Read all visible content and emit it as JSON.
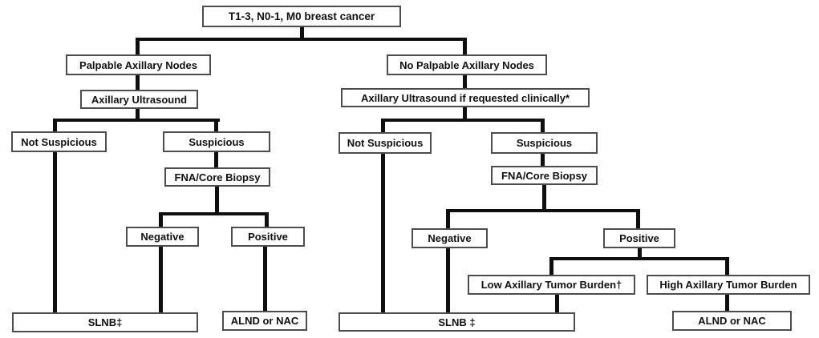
{
  "diagram": {
    "type": "flowchart",
    "nodes": {
      "root": {
        "label": "T1-3, N0-1, M0 breast cancer"
      },
      "palpable": {
        "label": "Palpable Axillary Nodes"
      },
      "no_palpable": {
        "label": "No Palpable Axillary Nodes"
      },
      "us_left": {
        "label": "Axillary Ultrasound"
      },
      "us_right": {
        "label": "Axillary Ultrasound if requested clinically*"
      },
      "not_susp_left": {
        "label": "Not Suspicious"
      },
      "susp_left": {
        "label": "Suspicious"
      },
      "fna_left": {
        "label": "FNA/Core Biopsy"
      },
      "not_susp_right": {
        "label": "Not Suspicious"
      },
      "susp_right": {
        "label": "Suspicious"
      },
      "fna_right": {
        "label": "FNA/Core Biopsy"
      },
      "neg_left": {
        "label": "Negative"
      },
      "pos_left": {
        "label": "Positive"
      },
      "neg_right": {
        "label": "Negative"
      },
      "pos_right": {
        "label": "Positive"
      },
      "low_burden": {
        "label": "Low Axillary Tumor Burden†"
      },
      "high_burden": {
        "label": "High Axillary Tumor Burden"
      },
      "slnb_left": {
        "label": "SLNB‡"
      },
      "alnd_left": {
        "label": "ALND or NAC"
      },
      "slnb_right": {
        "label": "SLNB ‡"
      },
      "alnd_right": {
        "label": "ALND or NAC"
      }
    },
    "edges": [
      {
        "from": "root",
        "to": "palpable"
      },
      {
        "from": "root",
        "to": "no_palpable"
      },
      {
        "from": "palpable",
        "to": "us_left"
      },
      {
        "from": "no_palpable",
        "to": "us_right"
      },
      {
        "from": "us_left",
        "to": "not_susp_left"
      },
      {
        "from": "us_left",
        "to": "susp_left"
      },
      {
        "from": "us_right",
        "to": "not_susp_right"
      },
      {
        "from": "us_right",
        "to": "susp_right"
      },
      {
        "from": "susp_left",
        "to": "fna_left"
      },
      {
        "from": "susp_right",
        "to": "fna_right"
      },
      {
        "from": "fna_left",
        "to": "neg_left"
      },
      {
        "from": "fna_left",
        "to": "pos_left"
      },
      {
        "from": "fna_right",
        "to": "neg_right"
      },
      {
        "from": "fna_right",
        "to": "pos_right"
      },
      {
        "from": "pos_right",
        "to": "low_burden"
      },
      {
        "from": "pos_right",
        "to": "high_burden"
      },
      {
        "from": "not_susp_left",
        "to": "slnb_left"
      },
      {
        "from": "neg_left",
        "to": "slnb_left"
      },
      {
        "from": "pos_left",
        "to": "alnd_left"
      },
      {
        "from": "not_susp_right",
        "to": "slnb_right"
      },
      {
        "from": "neg_right",
        "to": "slnb_right"
      },
      {
        "from": "low_burden",
        "to": "slnb_right"
      },
      {
        "from": "high_burden",
        "to": "alnd_right"
      }
    ],
    "colors": {
      "line": "#0f0f0f",
      "box_border": "#4d4d4d",
      "box_fill": "#ffffff",
      "text": "#111111",
      "background": "#ffffff"
    }
  }
}
